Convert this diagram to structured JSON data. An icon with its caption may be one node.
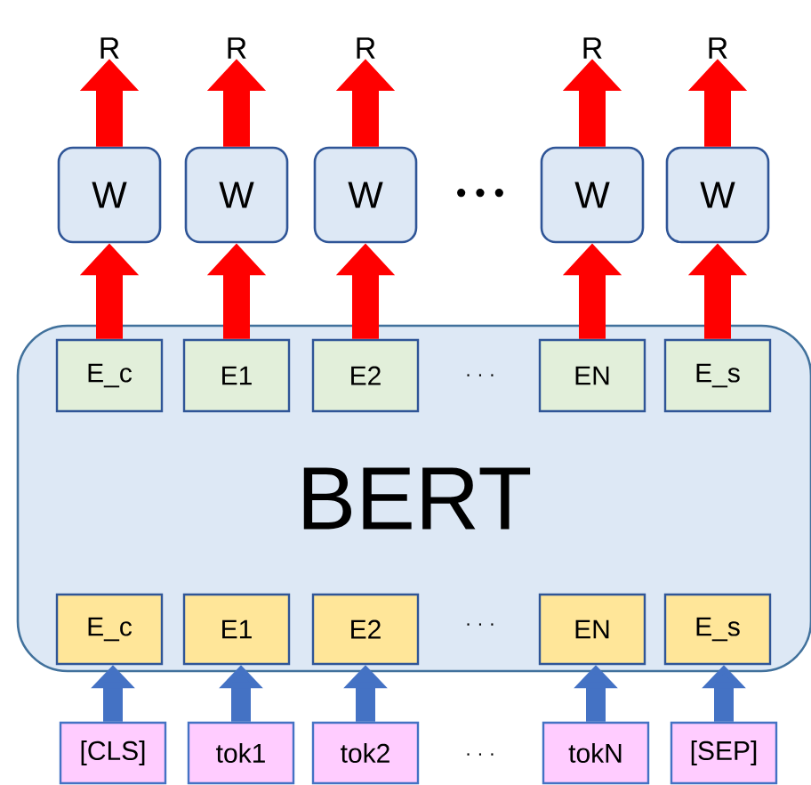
{
  "diagram": {
    "nodes": [
      {
        "text": [
          "R"
        ]
      },
      {
        "text": [
          "R"
        ]
      },
      {
        "text": [
          "R"
        ]
      },
      {
        "text": [
          "R"
        ]
      },
      {
        "text": [
          "R"
        ]
      },
      {
        "text": [
          "W"
        ]
      },
      {
        "text": [
          "W"
        ]
      },
      {
        "text": [
          "W"
        ]
      },
      {
        "text": [
          "W"
        ]
      },
      {
        "text": [
          "W"
        ]
      },
      {
        "text": [
          "BERT"
        ]
      },
      {
        "text": [
          "E_c"
        ],
        "in": 10
      },
      {
        "text": [
          "E1"
        ],
        "in": 10
      },
      {
        "text": [
          "E2"
        ],
        "in": 10
      },
      {
        "text": [
          "EN"
        ],
        "in": 10
      },
      {
        "text": [
          "E_s"
        ],
        "in": 10
      },
      {
        "text": [
          "E_c"
        ],
        "in": 10
      },
      {
        "text": [
          "E1"
        ],
        "in": 10
      },
      {
        "text": [
          "E2"
        ],
        "in": 10
      },
      {
        "text": [
          "EN"
        ],
        "in": 10
      },
      {
        "text": [
          "E_s"
        ],
        "in": 10
      },
      {
        "text": [
          "[CLS]"
        ]
      },
      {
        "text": [
          "tok1"
        ]
      },
      {
        "text": [
          "tok2"
        ]
      },
      {
        "text": [
          "tokN"
        ]
      },
      {
        "text": [
          "[SEP]"
        ]
      }
    ],
    "edges": [
      {
        "from": 5,
        "to": 0,
        "arrow": "to"
      },
      {
        "from": 6,
        "to": 1,
        "arrow": "to"
      },
      {
        "from": 7,
        "to": 2,
        "arrow": "to"
      },
      {
        "from": 8,
        "to": 3,
        "arrow": "to"
      },
      {
        "from": 9,
        "to": 4,
        "arrow": "to"
      },
      {
        "from": 11,
        "to": 5,
        "arrow": "to"
      },
      {
        "from": 12,
        "to": 6,
        "arrow": "to"
      },
      {
        "from": 13,
        "to": 7,
        "arrow": "to"
      },
      {
        "from": 14,
        "to": 8,
        "arrow": "to"
      },
      {
        "from": 15,
        "to": 9,
        "arrow": "to"
      },
      {
        "from": 21,
        "to": 16,
        "arrow": "to",
        "color": "#4472c4"
      },
      {
        "from": 22,
        "to": 17,
        "arrow": "to",
        "color": "#4472c4"
      },
      {
        "from": 23,
        "to": 18,
        "arrow": "to",
        "color": "#4472c4"
      },
      {
        "from": 24,
        "to": 19,
        "arrow": "to",
        "color": "#4472c4"
      },
      {
        "from": 25,
        "to": 20,
        "arrow": "to",
        "color": "#4472c4"
      }
    ],
    "labels": [
      "• • •",
      "· · ·",
      "· · ·",
      "· · ·"
    ]
  }
}
